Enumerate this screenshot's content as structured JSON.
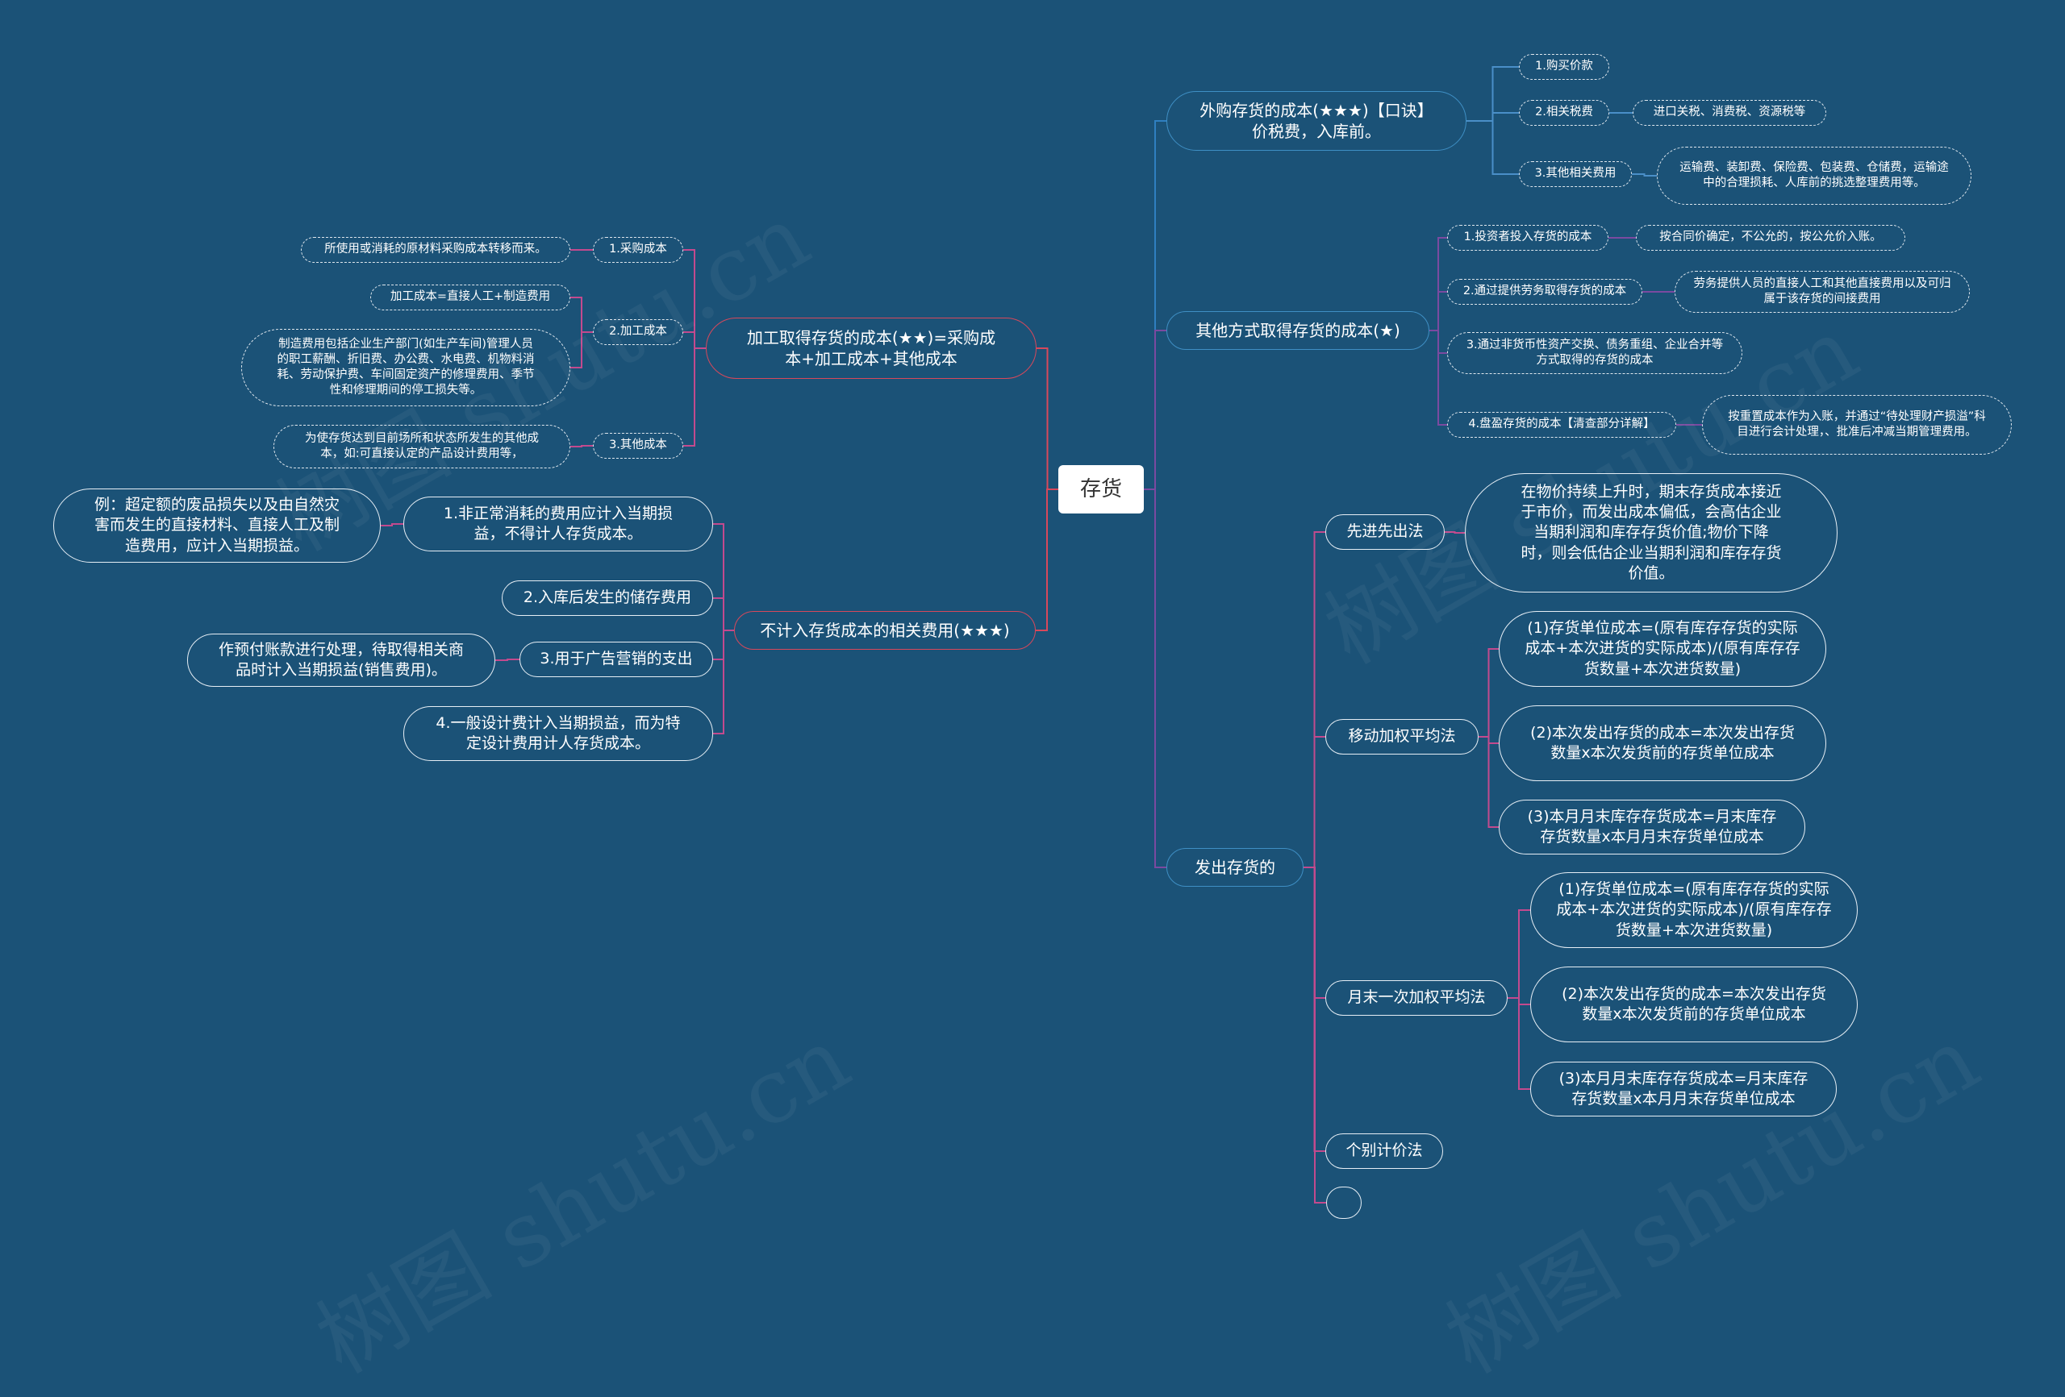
{
  "root": {
    "label": "存货"
  },
  "right": {
    "purchase": {
      "label": "外购存货的成本(★★★)【口诀】价税费，入库前。",
      "items": [
        {
          "label": "1.购买价款"
        },
        {
          "label": "2.相关税费",
          "detail": "进口关税、消费税、资源税等"
        },
        {
          "label": "3.其他相关费用",
          "detail": "运输费、装卸费、保险费、包装费、仓储费，运输途中的合理损耗、人库前的挑选整理费用等。"
        }
      ]
    },
    "other": {
      "label": "其他方式取得存货的成本(★)",
      "items": [
        {
          "label": "1.投资者投入存货的成本",
          "detail": "按合同价确定，不公允的，按公允价入账。"
        },
        {
          "label": "2.通过提供劳务取得存货的成本",
          "detail": "劳务提供人员的直接人工和其他直接费用以及可归属于该存货的间接费用"
        },
        {
          "label": "3.通过非货币性资产交换、债务重组、企业合并等方式取得的存货的成本"
        },
        {
          "label": "4.盘盈存货的成本【清查部分详解】",
          "detail": "按重置成本作为入账，并通过“待处理财产损溢”科目进行会计处理，、批准后冲减当期管理费用。"
        }
      ]
    },
    "issue": {
      "label": "发出存货的",
      "fifo": {
        "label": "先进先出法",
        "detail": "在物价持续上升时，期末存货成本接近于市价，而发出成本偏低，会高估企业当期利润和库存存货价值;物价下降时，则会低估企业当期利润和库存存货价值。"
      },
      "moving": {
        "label": "移动加权平均法",
        "items": [
          {
            "label": "(1)存货单位成本=(原有库存存货的实际成本+本次进货的实际成本)/(原有库存存货数量+本次进货数量)"
          },
          {
            "label": "(2)本次发出存货的成本=本次发出存货数量x本次发货前的存货单位成本"
          },
          {
            "label": "(3)本月月末库存存货成本=月末库存存货数量x本月月末存货单位成本"
          }
        ]
      },
      "monthly": {
        "label": "月末一次加权平均法",
        "items": [
          {
            "label": "(1)存货单位成本=(原有库存存货的实际成本+本次进货的实际成本)/(原有库存存货数量+本次进货数量)"
          },
          {
            "label": "(2)本次发出存货的成本=本次发出存货数量x本次发货前的存货单位成本"
          },
          {
            "label": "(3)本月月末库存存货成本=月末库存存货数量x本月月末存货单位成本"
          }
        ]
      },
      "specific": {
        "label": "个别计价法"
      },
      "blank": {
        "label": ""
      }
    }
  },
  "left": {
    "processing": {
      "label": "加工取得存货的成本(★★)=采购成本+加工成本+其他成本",
      "items": [
        {
          "label": "1.采购成本",
          "detail": "所使用或消耗的原材料采购成本转移而来。"
        },
        {
          "label": "2.加工成本",
          "details": [
            "加工成本=直接人工+制造费用",
            "制造费用包括企业生产部门(如生产车间)管理人员的职工薪酬、折旧费、办公费、水电费、机物料消耗、劳动保护费、车间固定资产的修理费用、季节性和修理期间的停工损失等。"
          ]
        },
        {
          "label": "3.其他成本",
          "detail": "为使存货达到目前场所和状态所发生的其他成本，如:可直接认定的产品设计费用等，"
        }
      ]
    },
    "excluded": {
      "label": "不计入存货成本的相关费用(★★★)",
      "items": [
        {
          "label": "1.非正常消耗的费用应计入当期损益，不得计人存货成本。",
          "detail": "例：超定额的废品损失以及由自然灾害而发生的直接材料、直接人工及制造费用，应计入当期损益。"
        },
        {
          "label": "2.入库后发生的储存费用"
        },
        {
          "label": "3.用于广告营销的支出",
          "detail": "作预付账款进行处理，待取得相关商品时计入当期损益(销售费用)。"
        },
        {
          "label": "4.一般设计费计入当期损益，而为特定设计费用计人存货成本。"
        }
      ]
    }
  },
  "watermark": "树图 shutu.cn"
}
